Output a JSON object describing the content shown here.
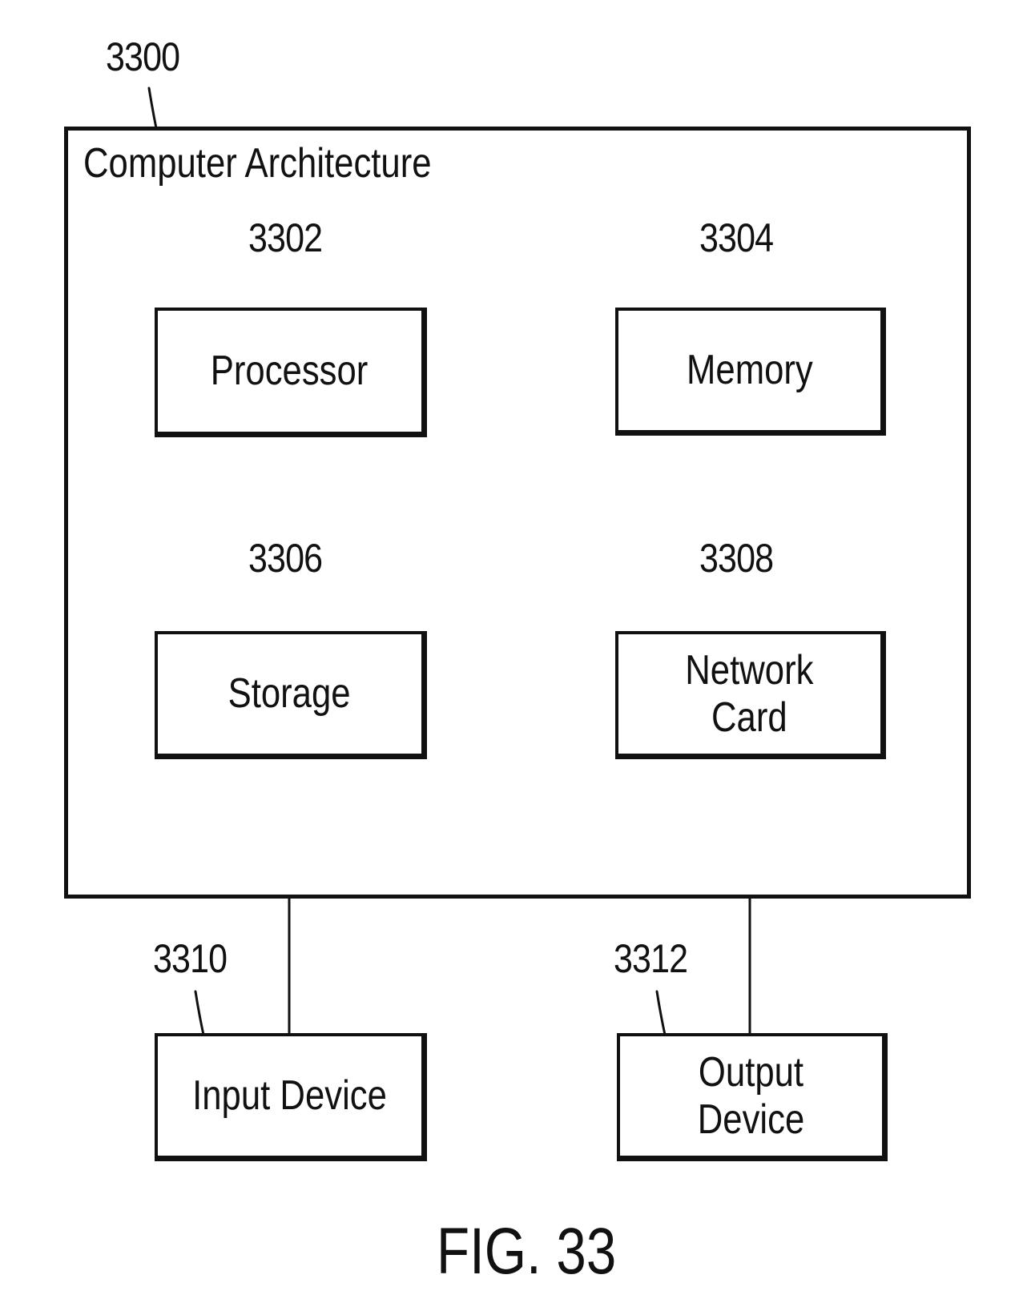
{
  "diagram": {
    "outer": {
      "reference": "3300",
      "title": "Computer Architecture"
    },
    "components": [
      {
        "reference": "3302",
        "label": "Processor"
      },
      {
        "reference": "3304",
        "label": "Memory"
      },
      {
        "reference": "3306",
        "label": "Storage"
      },
      {
        "reference": "3308",
        "label": "Network\nCard"
      },
      {
        "reference": "3310",
        "label": "Input Device"
      },
      {
        "reference": "3312",
        "label": "Output Device"
      }
    ],
    "figure_label": "FIG. 33"
  }
}
